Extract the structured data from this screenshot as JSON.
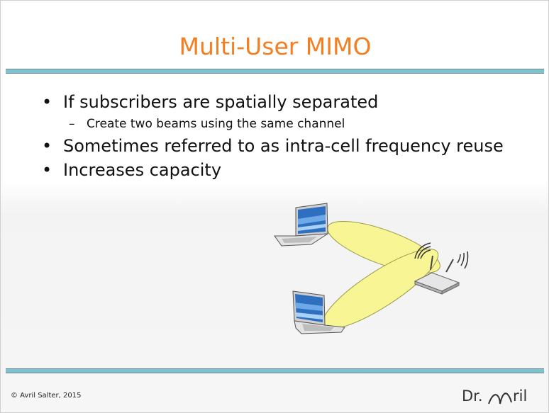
{
  "slide": {
    "title": "Multi-User MIMO",
    "bullets": [
      {
        "level": 1,
        "text": "If subscribers are spatially separated"
      },
      {
        "level": 2,
        "text": "Create two beams using the same channel"
      },
      {
        "level": 1,
        "text": "Sometimes referred to as intra-cell frequency reuse"
      },
      {
        "level": 1,
        "text": "Increases capacity"
      }
    ],
    "bullet_char": "•",
    "sub_bullet_char": "–"
  },
  "footer": {
    "copyright": "© Avril Salter, 2015",
    "logo_prefix": "Dr.",
    "logo_suffix": "ril"
  },
  "colors": {
    "title": "#f47f20",
    "rule": "#7fc1cf",
    "beam": "#f7f594",
    "beam_outline": "#9a9a4a"
  },
  "illustration": {
    "icons": [
      "laptop-icon",
      "laptop-icon",
      "wireless-router-icon"
    ]
  }
}
